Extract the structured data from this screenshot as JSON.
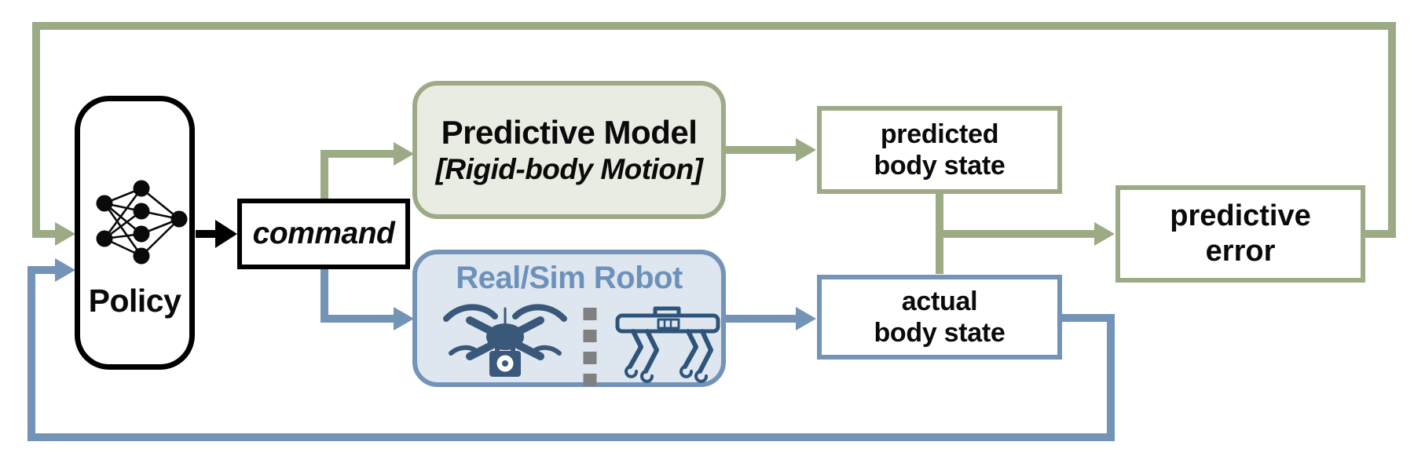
{
  "colors": {
    "green": "#9cab86",
    "green_fill": "#e9ece2",
    "blue": "#7393b7",
    "blue_fill": "#dee6f0",
    "blue_text": "#6d92ba",
    "drone_blue": "#3a587a",
    "robot_outline": "#2e5479",
    "divider_gray": "#808080",
    "black": "#000000",
    "bg": "#ffffff"
  },
  "nodes": {
    "policy": {
      "label": "Policy"
    },
    "command": {
      "label": "command"
    },
    "predictive_model": {
      "title": "Predictive Model",
      "subtitle": "[Rigid-body Motion]"
    },
    "real_sim_robot": {
      "title": "Real/Sim Robot"
    },
    "predicted_body_state": {
      "line1": "predicted",
      "line2": "body state"
    },
    "actual_body_state": {
      "line1": "actual",
      "line2": "body state"
    },
    "predictive_error": {
      "line1": "predictive",
      "line2": "error"
    }
  },
  "icons": {
    "neural_network": "neural-network-icon",
    "drone": "drone-icon",
    "quadruped": "quadruped-robot-icon",
    "divider": "dashed-divider"
  }
}
